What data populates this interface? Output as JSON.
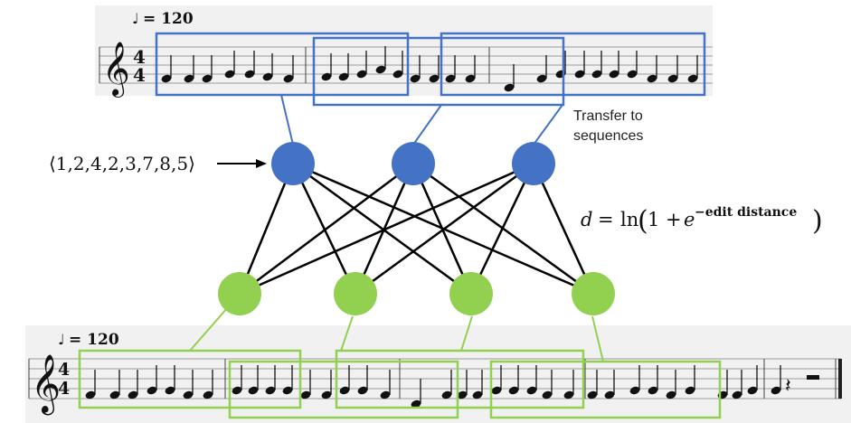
{
  "top_score": {
    "tempo": "= 120",
    "time_sig_top": "4",
    "time_sig_bottom": "4"
  },
  "bottom_score": {
    "tempo": "= 120",
    "time_sig_top": "4",
    "time_sig_bottom": "4"
  },
  "sequence_label": "⟨1,2,4,2,3,7,8,5⟩",
  "transfer_label_line1": "Transfer to",
  "transfer_label_line2": "sequences",
  "formula": {
    "lhs": "d",
    "eq": "=",
    "ln": "ln",
    "open": "(",
    "one_plus": "1 +",
    "e": "e",
    "exponent": "−edit distance",
    "close": ")"
  },
  "colors": {
    "blue_node": "#4472C4",
    "green_node": "#92D050",
    "blue_box": "#4472C4",
    "green_box": "#92D050",
    "edges": "#000000"
  }
}
